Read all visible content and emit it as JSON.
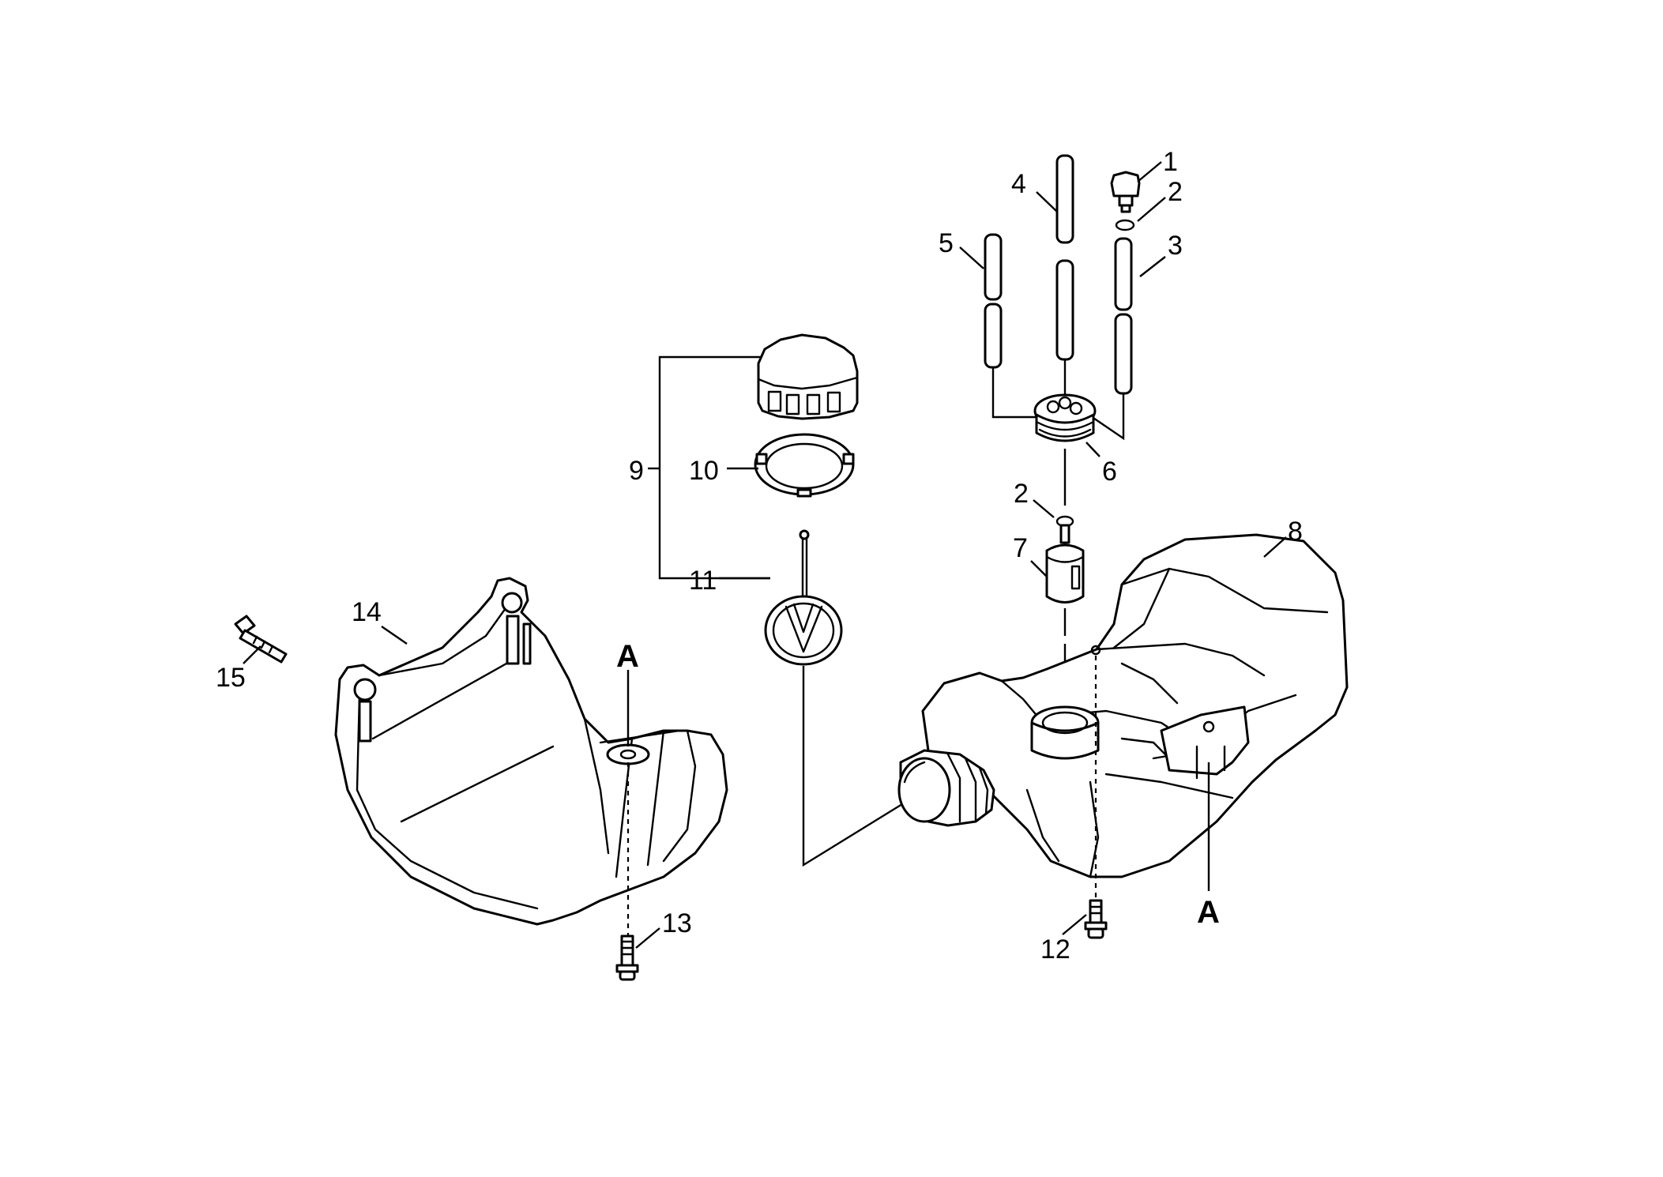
{
  "callouts": {
    "c1": "1",
    "c2a": "2",
    "c2b": "2",
    "c3": "3",
    "c4": "4",
    "c5": "5",
    "c6": "6",
    "c7": "7",
    "c8": "8",
    "c9": "9",
    "c10": "10",
    "c11": "11",
    "c12": "12",
    "c13": "13",
    "c14": "14",
    "c15": "15",
    "ref_a_left": "A",
    "ref_a_right": "A"
  },
  "colors": {
    "line": "#000000",
    "background": "#ffffff"
  },
  "parts": [
    {
      "id": "1",
      "icon": "vent-plug-icon"
    },
    {
      "id": "2",
      "icon": "o-ring-icon"
    },
    {
      "id": "3",
      "icon": "hose-icon"
    },
    {
      "id": "4",
      "icon": "hose-icon"
    },
    {
      "id": "5",
      "icon": "hose-icon"
    },
    {
      "id": "6",
      "icon": "grommet-icon"
    },
    {
      "id": "7",
      "icon": "fuel-filter-icon"
    },
    {
      "id": "8",
      "icon": "fuel-tank-icon"
    },
    {
      "id": "9",
      "icon": "fuel-cap-assembly-icon"
    },
    {
      "id": "10",
      "icon": "gasket-icon"
    },
    {
      "id": "11",
      "icon": "retainer-strap-icon"
    },
    {
      "id": "12",
      "icon": "screw-icon"
    },
    {
      "id": "13",
      "icon": "screw-icon"
    },
    {
      "id": "14",
      "icon": "tank-cover-icon"
    },
    {
      "id": "15",
      "icon": "bolt-icon"
    }
  ]
}
